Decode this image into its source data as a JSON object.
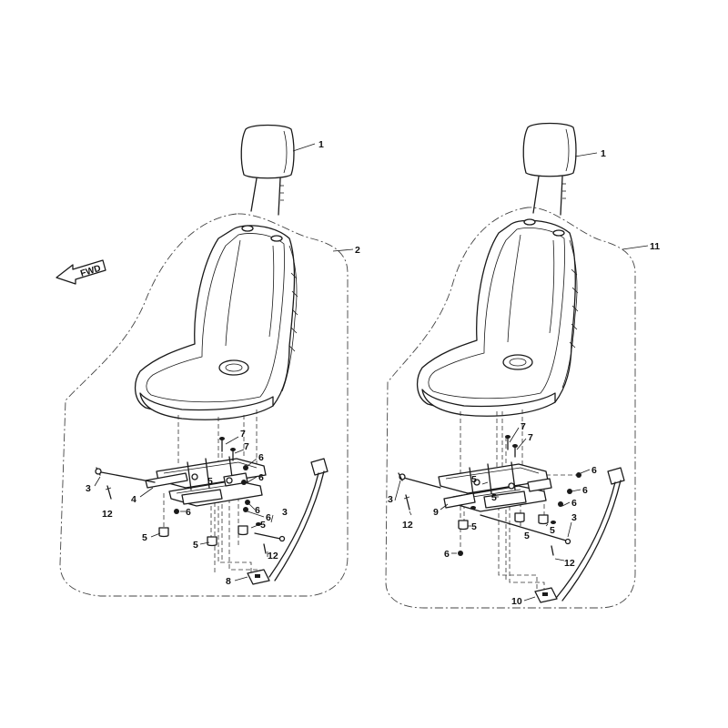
{
  "diagram": {
    "direction_label": "FWD",
    "left_assembly": {
      "callouts": [
        "1",
        "2",
        "7",
        "7",
        "6",
        "5",
        "6",
        "3",
        "4",
        "12",
        "6",
        "6",
        "6",
        "3",
        "5",
        "5",
        "5",
        "12",
        "8"
      ]
    },
    "right_assembly": {
      "callouts": [
        "1",
        "11",
        "7",
        "7",
        "6",
        "5",
        "6",
        "5",
        "6",
        "3",
        "9",
        "12",
        "5",
        "5",
        "5",
        "6",
        "3",
        "12",
        "10"
      ]
    }
  }
}
